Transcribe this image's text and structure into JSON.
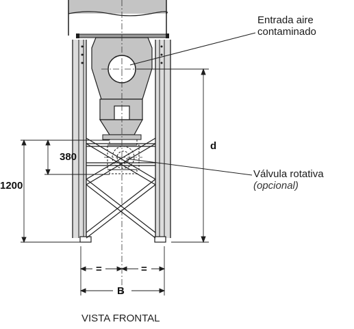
{
  "labels": {
    "inlet_line1": "Entrada aire",
    "inlet_line2": "contaminado",
    "valve_line1": "Válvula rotativa",
    "valve_line2": "(opcional)",
    "view_title": "VISTA FRONTAL"
  },
  "dimensions": {
    "d": "d",
    "h380": "380",
    "h1200": "1200",
    "equal_left": "=",
    "equal_right": "=",
    "b": "B"
  },
  "colors": {
    "body_fill": "#c4c4c4",
    "frame_fill": "#dcdcdc",
    "line": "#1e1e1e",
    "background": "#ffffff"
  }
}
